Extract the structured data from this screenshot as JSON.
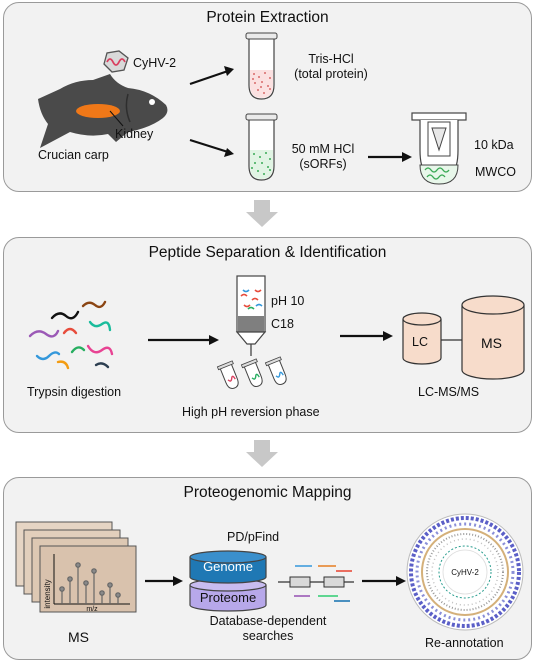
{
  "panels": {
    "extraction": {
      "title": "Protein Extraction",
      "virus_label": "CyHV-2",
      "organ_label": "Kidney",
      "fish_label": "Crucian carp",
      "tube1_line1": "Tris-HCl",
      "tube1_line2": "(total protein)",
      "tube2_line1": "50 mM HCl",
      "tube2_line2": "(sORFs)",
      "filter_line1": "10 kDa",
      "filter_line2": "MWCO"
    },
    "separation": {
      "title": "Peptide Separation & Identification",
      "digestion_label": "Trypsin digestion",
      "ph_label": "pH 10",
      "column_label": "C18",
      "fractionation_label": "High pH reversion phase",
      "lc_label": "LC",
      "ms_label": "MS",
      "instrument_label": "LC-MS/MS"
    },
    "mapping": {
      "title": "Proteogenomic Mapping",
      "intensity_label": "intensity",
      "mz_label": "m/z",
      "ms_label": "MS",
      "software_label": "PD/pFind",
      "db_top": "Genome",
      "db_bottom": "Proteome",
      "search_line1": "Database-dependent",
      "search_line2": "searches",
      "circos_center": "CyHV-2",
      "result_label": "Re-annotation"
    }
  },
  "colors": {
    "panel_bg": "#f2f2f2",
    "panel_border": "#9a9a9a",
    "fish": "#4a4a4a",
    "kidney": "#f07818",
    "virus": "#d94060",
    "red_sample": "#d96a6a",
    "green_sample": "#3aaa55",
    "flow_arrow": "#c8c8c8",
    "cylinder": "#f7dccb",
    "genome_db": "#1f78b4",
    "proteome_db": "#b7a8ea",
    "spectrum": "#d9c2ad"
  }
}
